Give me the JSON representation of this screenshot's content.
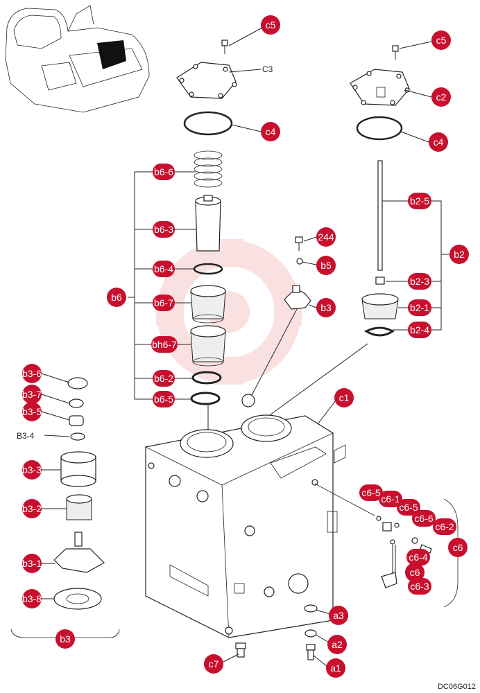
{
  "drawing_code": "DC06G012",
  "callouts": {
    "c5_a": "c5",
    "c5_b": "c5",
    "c3": "C3",
    "c2": "c2",
    "c4_a": "c4",
    "c4_b": "c4",
    "b6_6": "b6-6",
    "b6_3": "b6-3",
    "b6_4": "b6-4",
    "b6": "b6",
    "b6_7": "b6-7",
    "bh6_7": "bh6-7",
    "b6_2": "b6-2",
    "b6_5": "b6-5",
    "p244": "244",
    "b5": "b5",
    "b3_top": "b3",
    "b2_5": "b2-5",
    "b2": "b2",
    "b2_3": "b2-3",
    "b2_1": "b2-1",
    "b2_4": "b2-4",
    "c1": "c1",
    "b3_6": "b3-6",
    "b3_7": "b3-7",
    "b3_5": "b3-5",
    "b3_4": "B3-4",
    "b3_3": "b3-3",
    "b3_2": "b3-2",
    "b3_1": "b3-1",
    "b3_8": "b3-8",
    "b3_group": "b3",
    "c6_5": "c6-5",
    "c6_1": "c6-1",
    "c6_extra": "c6-5",
    "c6_6": "c6-6",
    "c6_2": "c6-2",
    "c6_group": "c6",
    "c6_4": "c6-4",
    "c6": "c6",
    "c6_3": "c6-3",
    "a3": "a3",
    "a2": "a2",
    "a1": "a1",
    "c7": "c7"
  },
  "colors": {
    "callout_fill": "#c8102e",
    "line": "#222222",
    "watermark": "#f6c9c9"
  }
}
